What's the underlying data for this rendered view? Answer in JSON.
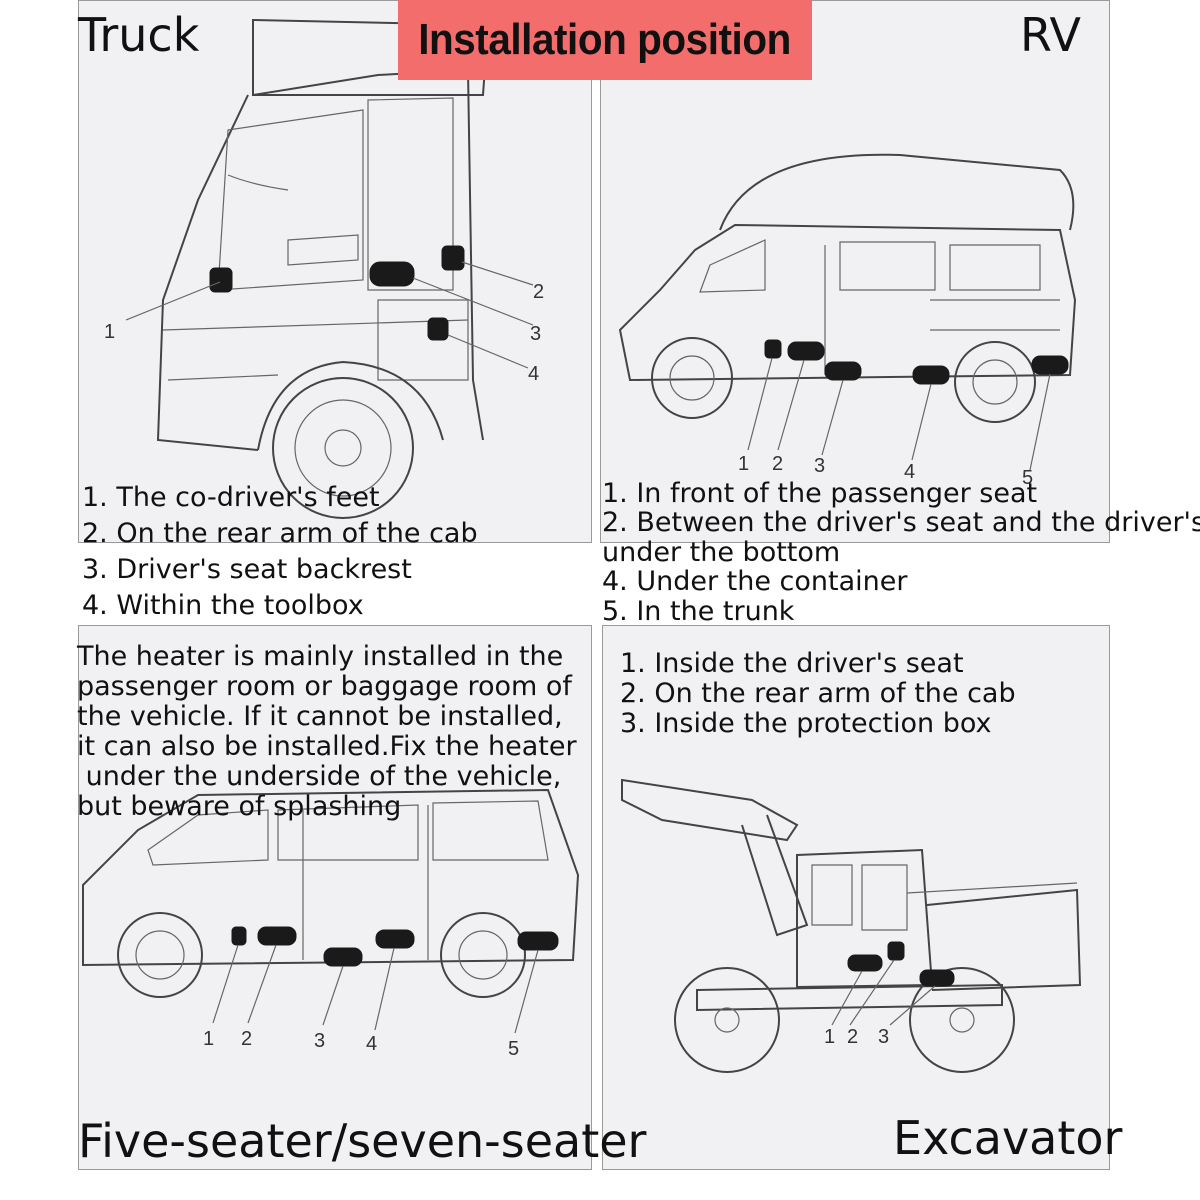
{
  "header": {
    "banner_title": "Installation position"
  },
  "truck": {
    "title": "Truck",
    "callouts": [
      "1",
      "2",
      "3",
      "4"
    ],
    "items": [
      "1. The co-driver's feet",
      "2. On the rear arm of the cab",
      "3. Driver's seat backrest",
      "4. Within the toolbox"
    ]
  },
  "rv": {
    "title": "RV",
    "callouts": [
      "1",
      "2",
      "3",
      "4",
      "5"
    ],
    "items": [
      "1. In front of the passenger seat",
      "2. Between the driver's seat and the driver's",
      "under the bottom",
      "4. Under the container",
      "5. In the trunk"
    ]
  },
  "car": {
    "title": "Five-seater/seven-seater",
    "callouts": [
      "1",
      "2",
      "3",
      "4",
      "5"
    ],
    "description_lines": [
      "The heater is mainly installed in the",
      "passenger room or baggage room of",
      "the vehicle. If it cannot be installed,",
      "it can also be installed.Fix the heater",
      " under the underside of the vehicle,",
      "but beware of splashing"
    ]
  },
  "excavator": {
    "title": "Excavator",
    "callouts": [
      "1",
      "2",
      "3"
    ],
    "items": [
      "1. Inside the driver's seat",
      "2. On the rear arm of the cab",
      "3. Inside the protection box"
    ]
  }
}
